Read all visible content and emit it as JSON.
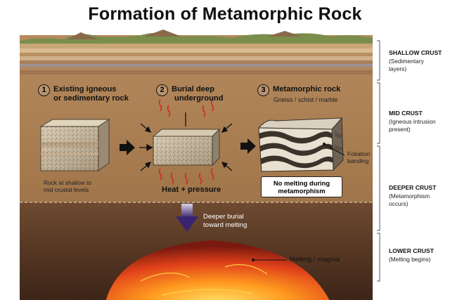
{
  "title": "Formation of Metamorphic Rock",
  "steps": [
    {
      "number": "1",
      "title_line1": "Existing igneous",
      "title_line2": "or sedimentary rock",
      "note_line1": "Rock at shallow to",
      "note_line2": "mid crustal levels"
    },
    {
      "number": "2",
      "title_line1": "Burial deep",
      "title_line2": "underground",
      "note": "Heat + pressure"
    },
    {
      "number": "3",
      "title": "Metamorphic rock",
      "subtitle": "Gneiss / schist / marble",
      "note_line1": "No melting during",
      "note_line2": "metamorphism"
    }
  ],
  "foliation": {
    "line1": "Foliation",
    "line2": "banding"
  },
  "burial": {
    "line1": "Deeper burial",
    "line2": "toward melting"
  },
  "melting_label": "Melting / magma",
  "zones": [
    {
      "name": "SHALLOW CRUST",
      "desc_line1": "(Sedimentary",
      "desc_line2": "layers)"
    },
    {
      "name": "MID CRUST",
      "desc_line1": "(Igneous intrusion",
      "desc_line2": "present)"
    },
    {
      "name": "DEEPER CRUST",
      "desc_line1": "(Metamorphism",
      "desc_line2": "occurs)"
    },
    {
      "name": "LOWER CRUST",
      "desc_line1": "(Melting begins)",
      "desc_line2": ""
    }
  ]
}
